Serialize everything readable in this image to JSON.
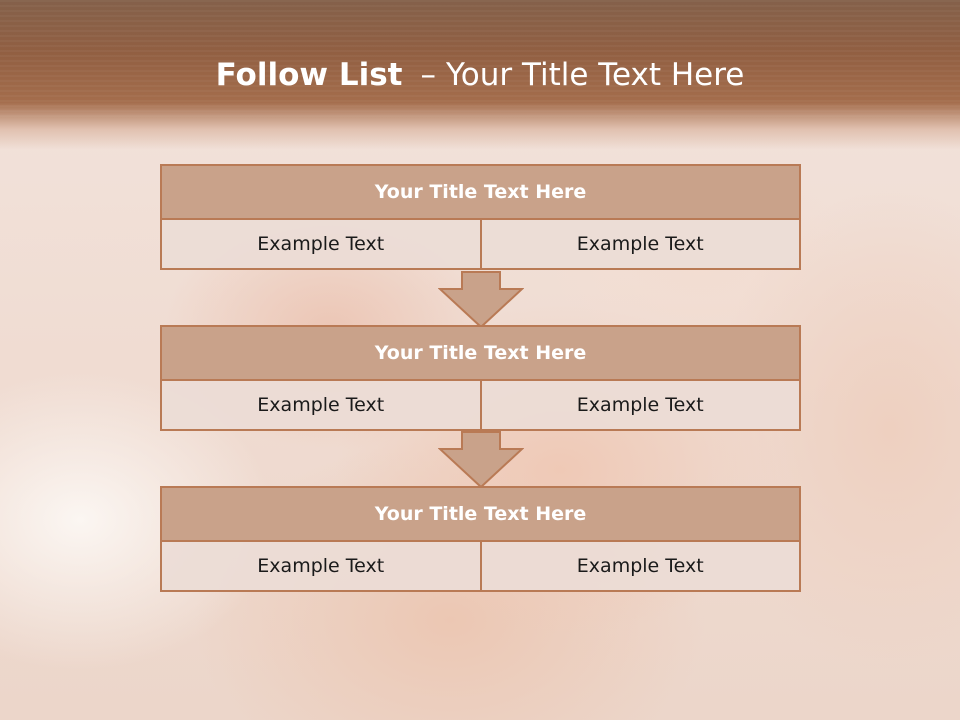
{
  "title": {
    "bold": "Follow List",
    "separator": "–",
    "rest": "Your Title Text Here"
  },
  "blocks": [
    {
      "title": "Your Title Text Here",
      "cells": [
        "Example Text",
        "Example Text"
      ]
    },
    {
      "title": "Your Title Text Here",
      "cells": [
        "Example Text",
        "Example Text"
      ]
    },
    {
      "title": "Your Title Text Here",
      "cells": [
        "Example Text",
        "Example Text"
      ]
    }
  ],
  "colors": {
    "header": "#915f42",
    "block_fill": "#c9a28a",
    "border": "#b97a55",
    "cell_fill": "#ecdcd6"
  }
}
